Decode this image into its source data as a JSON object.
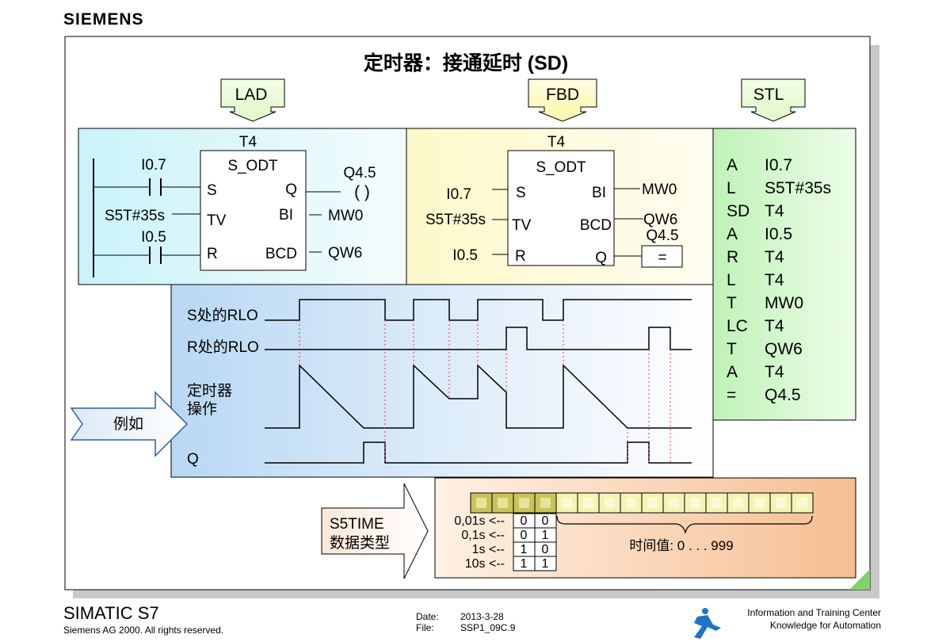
{
  "brand": "SIEMENS",
  "title": "定时器：接通延时 (SD)",
  "headers": {
    "lad": "LAD",
    "fbd": "FBD",
    "stl": "STL"
  },
  "lad": {
    "timer": "T4",
    "block": "S_ODT",
    "pins": {
      "s": "S",
      "tv": "TV",
      "r": "R",
      "q": "Q",
      "bi": "BI",
      "bcd": "BCD"
    },
    "contact1": "I0.7",
    "contact2": "I0.5",
    "tv_value": "S5T#35s",
    "coil_label": "Q4.5",
    "coil_symbol": "( )",
    "bi_out": "MW0",
    "bcd_out": "QW6"
  },
  "fbd": {
    "timer": "T4",
    "block": "S_ODT",
    "pins": {
      "s": "S",
      "tv": "TV",
      "r": "R",
      "q": "Q",
      "bi": "BI",
      "bcd": "BCD"
    },
    "s_in": "I0.7",
    "tv_in": "S5T#35s",
    "r_in": "I0.5",
    "bi_out": "MW0",
    "bcd_out": "QW6",
    "q_label": "Q4.5",
    "assign": "="
  },
  "stl": [
    {
      "op": "A",
      "arg": "I0.7"
    },
    {
      "op": "L",
      "arg": "S5T#35s"
    },
    {
      "op": "SD",
      "arg": "T4"
    },
    {
      "op": "A",
      "arg": "I0.5"
    },
    {
      "op": "R",
      "arg": "T4"
    },
    {
      "op": "L",
      "arg": "T4"
    },
    {
      "op": "T",
      "arg": "MW0"
    },
    {
      "op": "LC",
      "arg": "T4"
    },
    {
      "op": "T",
      "arg": "QW6"
    },
    {
      "op": "A",
      "arg": "T4"
    },
    {
      "op": "=",
      "arg": "Q4.5"
    }
  ],
  "timing": {
    "example_label": "例如",
    "s_rlo": "S处的RLO",
    "r_rlo": "R处的RLO",
    "timer_op_line1": "定时器",
    "timer_op_line2": "操作",
    "q": "Q"
  },
  "s5time": {
    "label_line1": "S5TIME",
    "label_line2": "数据类型",
    "bases": [
      {
        "label": "0,01s <--",
        "b1": "0",
        "b0": "0"
      },
      {
        "label": "0,1s <--",
        "b1": "0",
        "b0": "1"
      },
      {
        "label": "1s <--",
        "b1": "1",
        "b0": "0"
      },
      {
        "label": "10s <--",
        "b1": "1",
        "b0": "1"
      }
    ],
    "value_range": "时间值: 0 . . . 999"
  },
  "footer": {
    "product": "SIMATIC S7",
    "copyright": "Siemens AG 2000. All rights reserved.",
    "date_label": "Date:",
    "date_value": "2013-3-28",
    "file_label": "File:",
    "file_value": "SSP1_09C.9",
    "center_line1": "Information and Training Center",
    "center_line2": "Knowledge for Automation"
  },
  "colors": {
    "lad_panel": "#d7f7fb",
    "fbd_panel": "#fdfbd6",
    "stl_panel": "#ccf5c4",
    "timing_panel": "#cfe3f7",
    "s5time_panel": "#f8c8a0",
    "bit_gold": "#c9c45a",
    "bit_light": "#f3f4b3",
    "header_box": "#e9ffd9"
  }
}
